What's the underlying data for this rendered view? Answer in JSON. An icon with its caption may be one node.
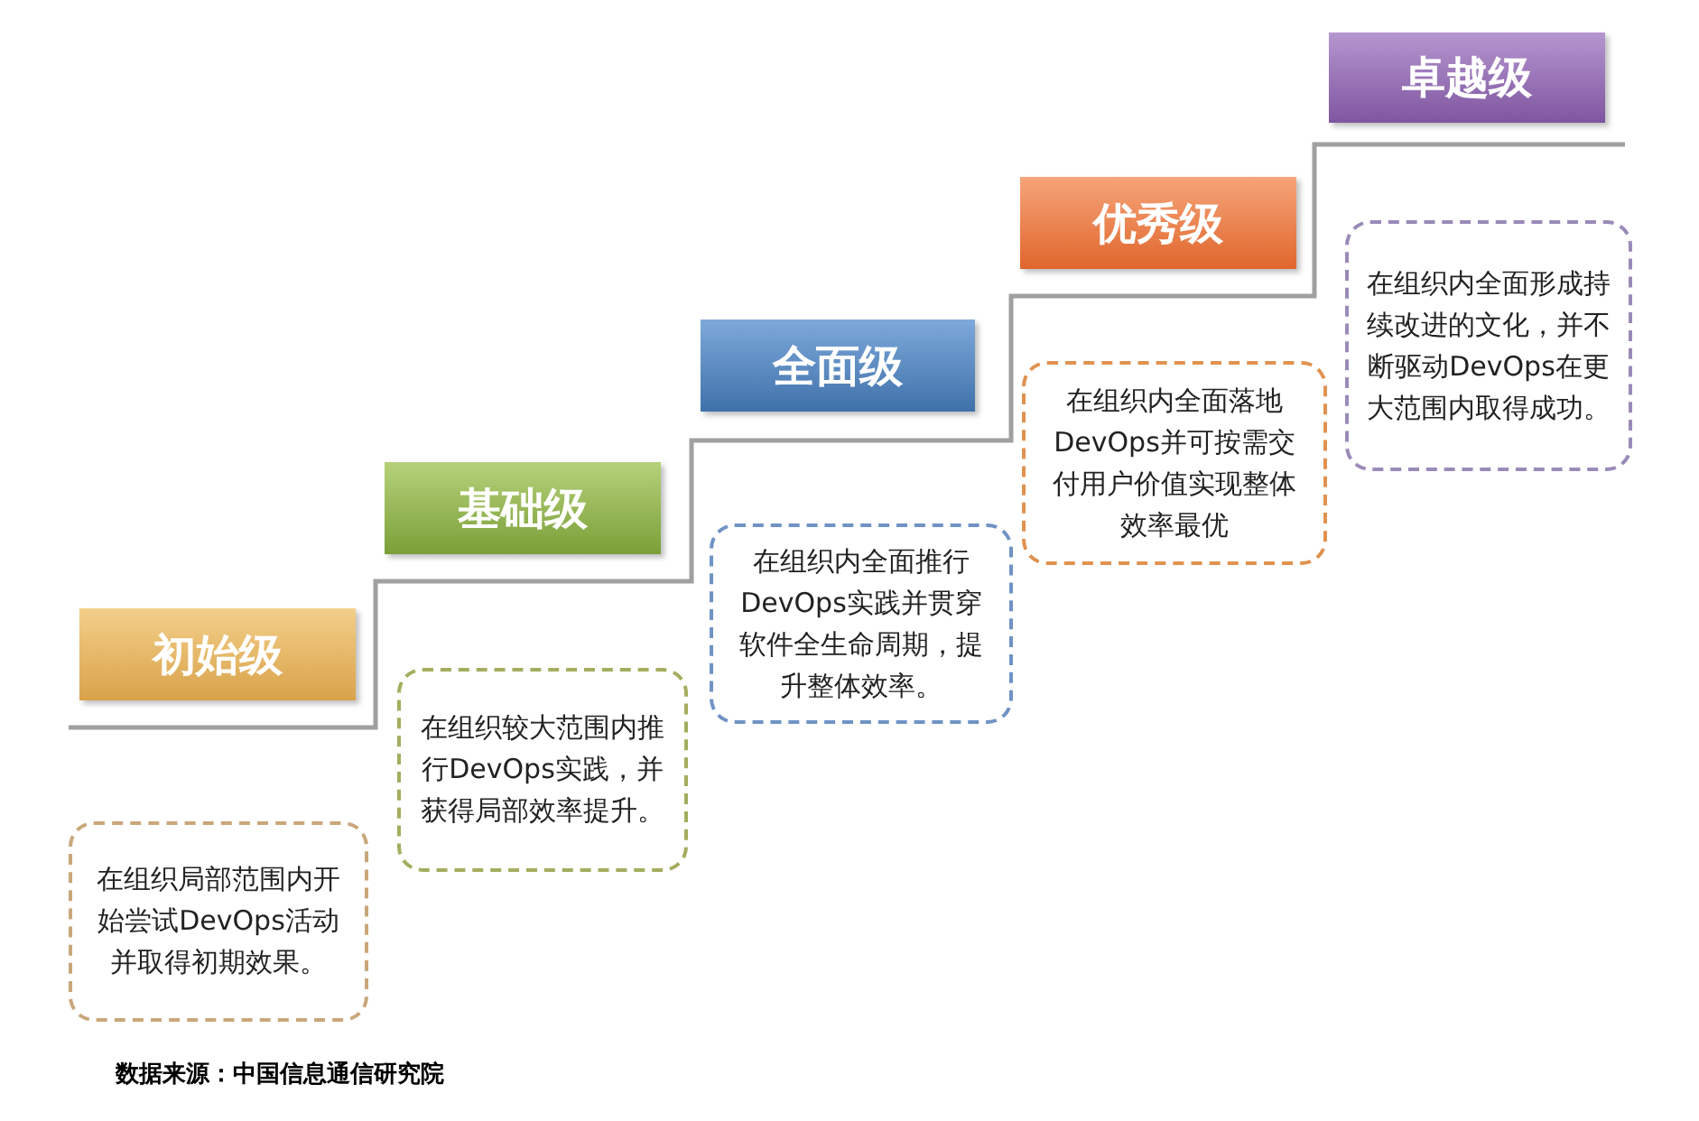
{
  "diagram": {
    "nodes": [
      {
        "text": [
          "初始级"
        ]
      },
      {
        "text": [
          "基础级"
        ]
      },
      {
        "text": [
          "全面级"
        ]
      },
      {
        "text": [
          "优秀级"
        ]
      },
      {
        "text": [
          "卓越级"
        ]
      },
      {
        "text": [
          "在组织局部范围内开始尝试DevOps活动并取得初期效果。"
        ]
      },
      {
        "text": [
          "在组织较大范围内推行DevOps实践，并获得局部效率提升。"
        ]
      },
      {
        "text": [
          "在组织内全面推行DevOps实践并贯穿软件全生命周期，提升整体效率。"
        ]
      },
      {
        "text": [
          "在组织内全面落地DevOps并可按需交付用户价值实现整体效率最优"
        ]
      },
      {
        "text": [
          "在组织内全面形成持续改进的文化，并不断驱动DevOps在更大范围内取得成功。"
        ]
      }
    ],
    "labels": [
      "数据来源：中国信息通信研究院"
    ]
  }
}
